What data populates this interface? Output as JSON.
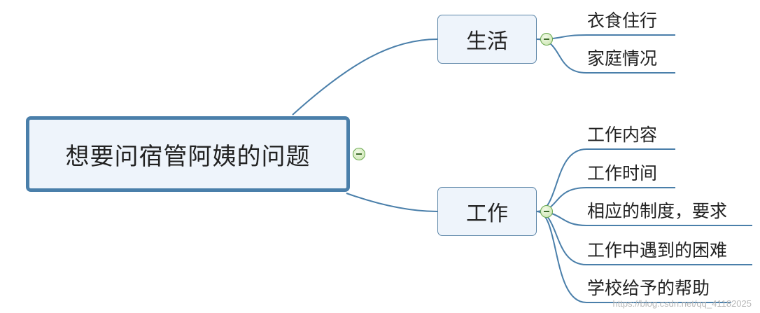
{
  "root": {
    "label": "想要问宿管阿姨的问题"
  },
  "branches": [
    {
      "label": "生活",
      "children": [
        "衣食住行",
        "家庭情况"
      ]
    },
    {
      "label": "工作",
      "children": [
        "工作内容",
        "工作时间",
        "相应的制度，要求",
        "工作中遇到的困难",
        "学校给予的帮助"
      ]
    }
  ],
  "colors": {
    "line": "#4a7faa",
    "node_fill": "#eef4fb",
    "collapse_button": "#6aa84f"
  },
  "watermark": "https://blog.csdn.net/qq_41182025"
}
